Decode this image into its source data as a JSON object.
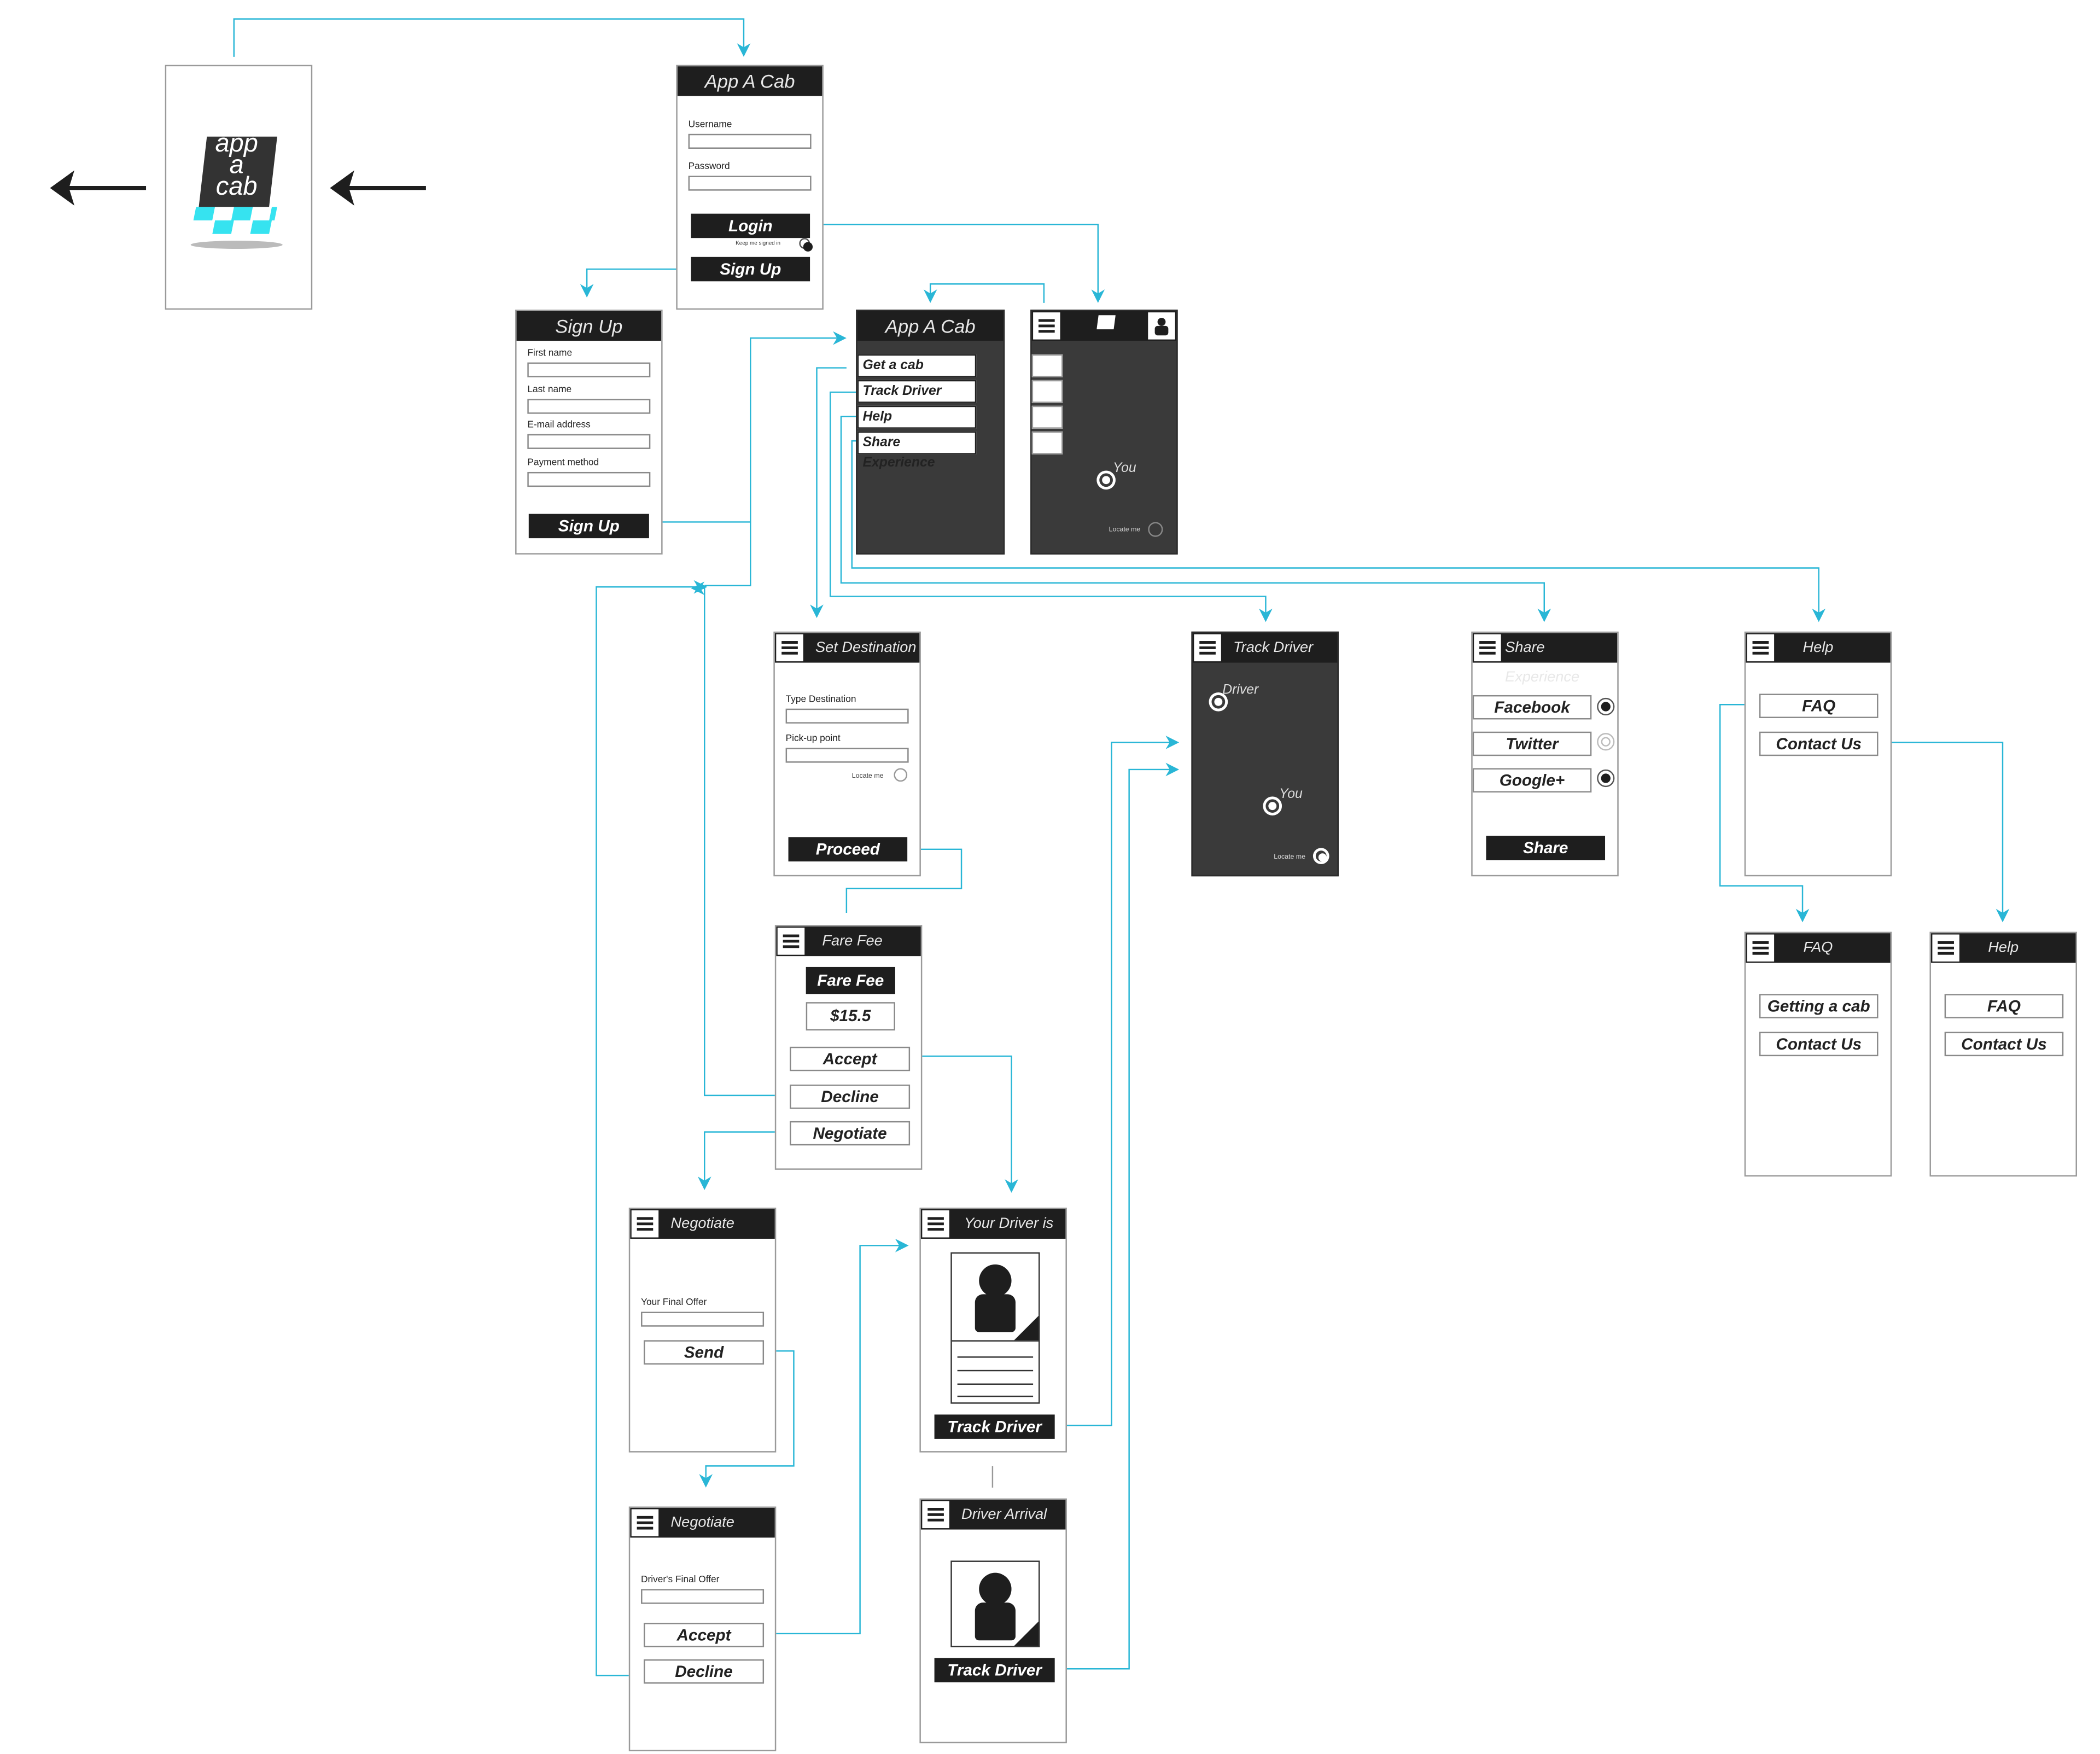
{
  "splash": {
    "logo_line1": "app",
    "logo_line2": "a",
    "logo_line3": "cab"
  },
  "login": {
    "title": "App A Cab",
    "username_label": "Username",
    "password_label": "Password",
    "login_label": "Login",
    "keep_signed": "Keep me signed in",
    "signup_label": "Sign Up"
  },
  "signup": {
    "title": "Sign Up",
    "first_name": "First name",
    "last_name": "Last name",
    "email": "E-mail address",
    "payment": "Payment method",
    "submit": "Sign Up"
  },
  "menu": {
    "title": "App A Cab",
    "items": [
      "Get a cab",
      "Track Driver",
      "Help",
      "Share Experience"
    ]
  },
  "map_home": {
    "you": "You",
    "locate": "Locate me"
  },
  "set_destination": {
    "title": "Set Destination",
    "type_destination": "Type Destination",
    "pickup": "Pick-up point",
    "locate": "Locate me",
    "proceed": "Proceed"
  },
  "track_driver": {
    "title": "Track Driver",
    "driver": "Driver",
    "you": "You",
    "locate": "Locate me"
  },
  "share": {
    "title": "Share Experience",
    "networks": [
      "Facebook",
      "Twitter",
      "Google+"
    ],
    "share": "Share"
  },
  "help": {
    "title": "Help",
    "faq": "FAQ",
    "contact": "Contact Us"
  },
  "faq": {
    "title": "FAQ",
    "getting": "Getting a cab",
    "contact": "Contact Us"
  },
  "help2": {
    "title": "Help",
    "faq": "FAQ",
    "contact": "Contact Us"
  },
  "fare": {
    "title": "Fare Fee",
    "label": "Fare Fee",
    "amount": "$15.5",
    "accept": "Accept",
    "decline": "Decline",
    "negotiate": "Negotiate"
  },
  "negotiate1": {
    "title": "Negotiate",
    "offer_label": "Your Final Offer",
    "send": "Send"
  },
  "negotiate2": {
    "title": "Negotiate",
    "offer_label": "Driver's Final Offer",
    "accept": "Accept",
    "decline": "Decline"
  },
  "your_driver": {
    "title": "Your Driver is",
    "track": "Track Driver"
  },
  "driver_arrival": {
    "title": "Driver Arrival",
    "track": "Track Driver"
  },
  "colors": {
    "connector": "#29b6d6",
    "header": "#1e1e1e",
    "map": "#3a3a3a",
    "logo_accent": "#36e3f0"
  }
}
